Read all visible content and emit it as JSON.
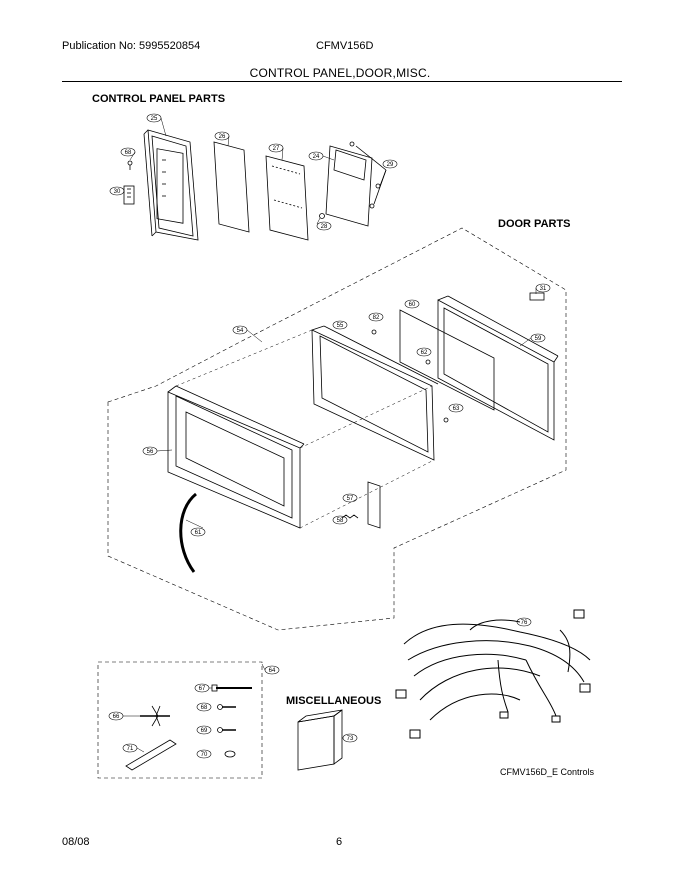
{
  "header": {
    "publication": "Publication No: 5995520854",
    "model": "CFMV156D",
    "title": "CONTROL PANEL,DOOR,MISC."
  },
  "sections": {
    "control_panel": "CONTROL PANEL PARTS",
    "door": "DOOR  PARTS",
    "misc": "MISCELLANEOUS"
  },
  "callouts": [
    "25",
    "68",
    "26",
    "27",
    "24",
    "29",
    "30",
    "28",
    "31",
    "59",
    "60",
    "55",
    "82",
    "54",
    "62",
    "63",
    "56",
    "57",
    "58",
    "61",
    "76",
    "64",
    "67",
    "68",
    "69",
    "66",
    "71",
    "70",
    "73"
  ],
  "caption": "CFMV156D_E Controls",
  "footer": {
    "date": "08/08",
    "page": "6"
  }
}
